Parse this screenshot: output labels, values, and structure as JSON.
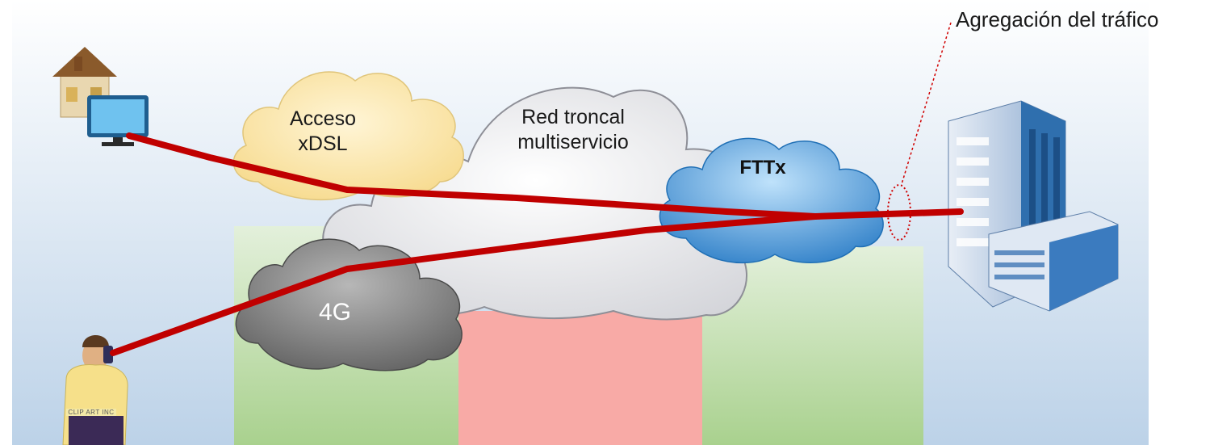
{
  "labels": {
    "aggregation": "Agregación del tráfico",
    "access_xdsl_line1": "Acceso",
    "access_xdsl_line2": "xDSL",
    "core_line1": "Red troncal",
    "core_line2": "multiservicio",
    "fttx": "FTTx",
    "mobile_4g": "4G",
    "clipart_tag": "CLIP ART INC"
  },
  "colors": {
    "link": "#c00000",
    "region_green": "#a9d18e",
    "region_red": "#f4a09c",
    "cloud_xdsl": "#fbe3a1",
    "cloud_core": "#ececef",
    "cloud_fttx": "#3f93d6",
    "cloud_4g": "#7d7d7d",
    "background_gradient_top": "#ffffff",
    "background_gradient_bottom": "#bcd2e8"
  },
  "icons": [
    "house-icon",
    "computer-monitor-icon",
    "office-building-icon",
    "person-phone-icon"
  ]
}
